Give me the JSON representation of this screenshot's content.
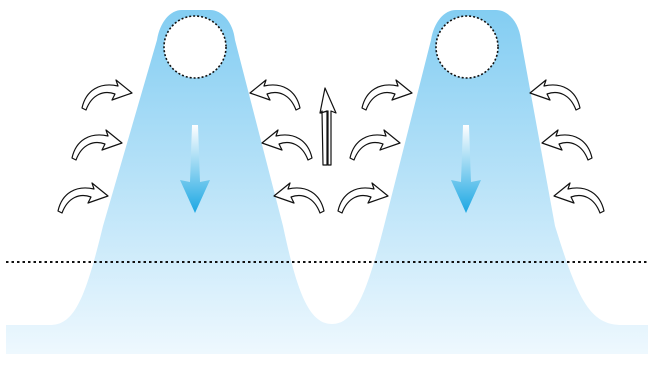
{
  "diagram": {
    "colors": {
      "background": "#ffffff",
      "plume_top": "#83cdf2",
      "plume_bottom": "#eef8fe",
      "down_arrow_top": "#ffffff",
      "down_arrow_bottom": "#1aa7e3",
      "outline": "#111111",
      "reference_line": "#111111"
    },
    "reference_line_style": "dotted",
    "sources": [
      {
        "id": "left",
        "shape": "circle",
        "border": "dotted"
      },
      {
        "id": "right",
        "shape": "circle",
        "border": "dotted"
      }
    ],
    "arrows": {
      "plume_flow": "down",
      "side_flows": "curved-inward",
      "center_flow": "up",
      "side_arrow_icon": "curved-arrow-icon",
      "center_arrow_icon": "up-arrow-icon",
      "plume_arrow_icon": "down-arrow-icon"
    }
  }
}
